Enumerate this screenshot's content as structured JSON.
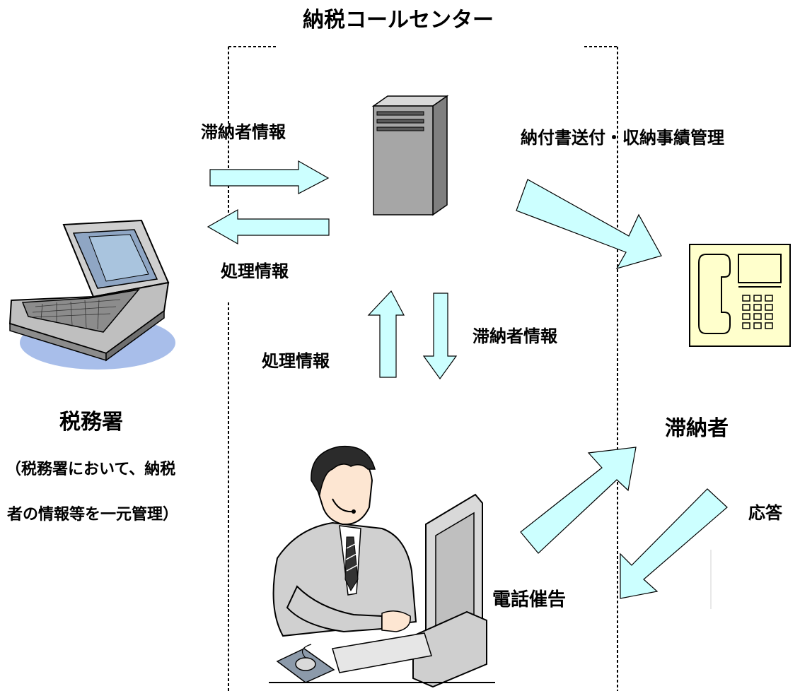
{
  "title": "納税コールセンター",
  "labels": {
    "delinquent_info_top": "滞納者情報",
    "processing_info_left": "処理情報",
    "payment_management": "納付書送付・収納事績管理",
    "processing_info_lower": "処理情報",
    "delinquent_info_lower": "滞納者情報",
    "tax_office": "税務署",
    "tax_office_note_1": "（税務署において、納税",
    "tax_office_note_2": "者の情報等を一元管理）",
    "delinquent_person": "滞納者",
    "response": "応答",
    "phone_reminder": "電話催告"
  },
  "colors": {
    "arrow_fill": "#ccffff",
    "phone_fill": "#ffffcc",
    "server_fill": "#a6a6a6",
    "laptop_shadow": "#99b3e6"
  }
}
